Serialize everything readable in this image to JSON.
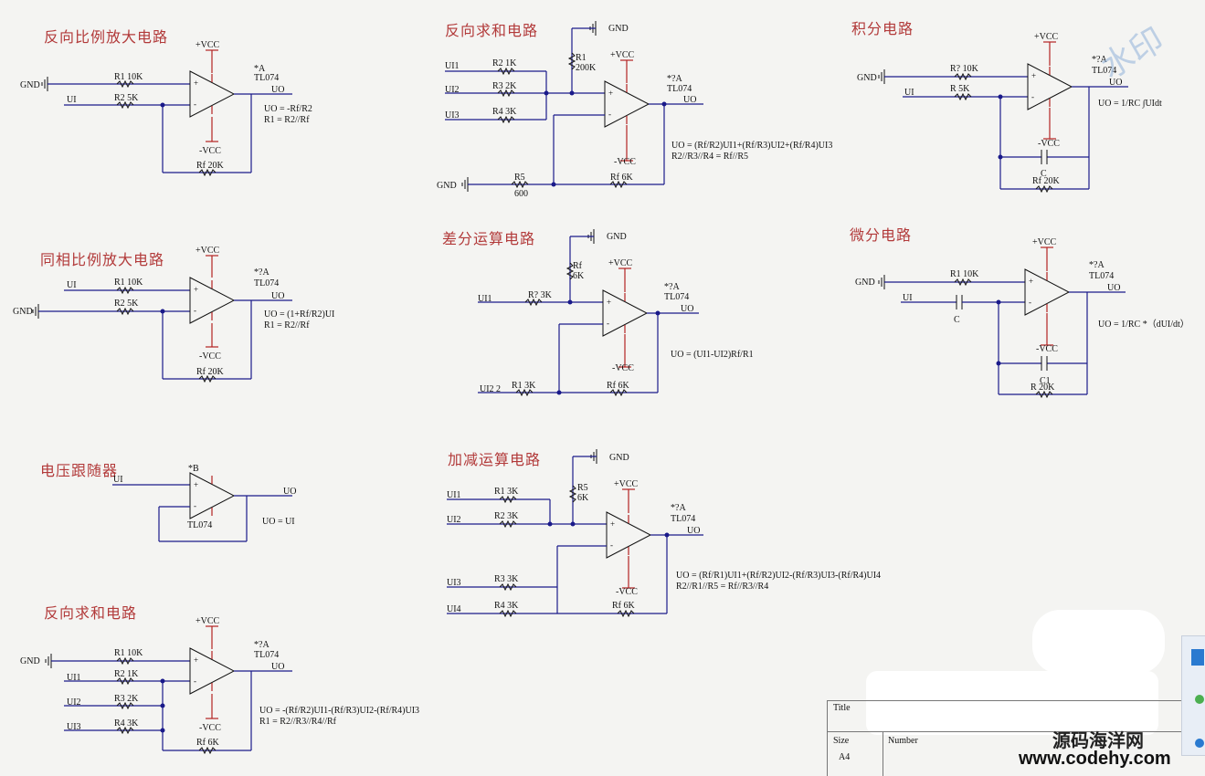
{
  "titles": {
    "c1": "反向比例放大电路",
    "c2": "同相比例放大电路",
    "c3": "电压跟随器",
    "c4": "反向求和电路",
    "c5": "反向求和电路",
    "c6": "差分运算电路",
    "c7": "加减运算电路",
    "c8": "积分电路",
    "c9": "微分电路"
  },
  "equations": {
    "c1": [
      "UO = -Rf/R2",
      "R1 = R2//Rf"
    ],
    "c2": [
      "UO = (1+Rf/R2)UI",
      "R1 = R2//Rf"
    ],
    "c3": [
      "UO = UI"
    ],
    "c4": [
      "UO = -(Rf/R2)UI1-(Rf/R3)UI2-(Rf/R4)UI3",
      "R1 = R2//R3//R4//Rf"
    ],
    "c5": [
      "UO = (Rf/R2)UI1+(Rf/R3)UI2+(Rf/R4)UI3",
      "R2//R3//R4 = Rf//R5"
    ],
    "c6": [
      "UO = (UI1-UI2)Rf/R1"
    ],
    "c7": [
      "UO = (Rf/R1)UI1+(Rf/R2)UI2-(Rf/R3)UI3-(Rf/R4)UI4",
      "R2//R1//R5 = Rf//R3//R4"
    ],
    "c8": [
      "UO = 1/RC ∫UIdt"
    ],
    "c9": [
      "UO = 1/RC *（dUI/dt）"
    ]
  },
  "labels": {
    "vcc": "+VCC",
    "nvcc": "-VCC",
    "gnd": "GND",
    "ui": "UI",
    "uo": "UO",
    "tl": "TL074",
    "ref_a": "*A",
    "ref_qa": "*?A",
    "ref_b": "*B"
  },
  "title_block": {
    "title": "Title",
    "size": "Size",
    "size_value": "A4",
    "number": "Number"
  },
  "watermarks": {
    "corner_mark": "水印",
    "site_name": "源码海洋网",
    "site_url": "www.codehy.com"
  }
}
